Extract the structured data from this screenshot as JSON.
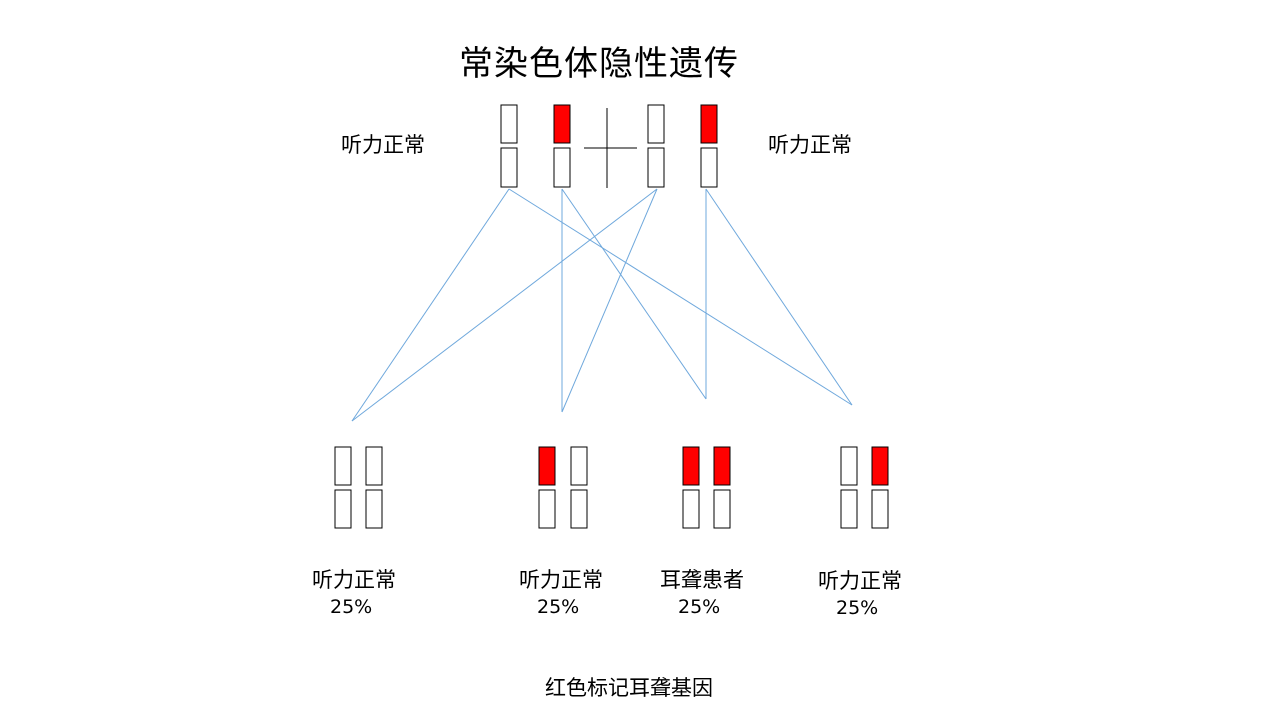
{
  "title": "常染色体隐性遗传",
  "colors": {
    "marked": "#ff0000",
    "unmarked": "#ffffff",
    "outline": "#000000",
    "lines": "#6fa8dc"
  },
  "parents": [
    {
      "label": "听力正常",
      "chromosomes": [
        {
          "marked": false
        },
        {
          "marked": true
        }
      ]
    },
    {
      "label": "听力正常",
      "chromosomes": [
        {
          "marked": false
        },
        {
          "marked": true
        }
      ]
    }
  ],
  "cross_symbol": "+",
  "offspring": [
    {
      "label": "听力正常",
      "percent": "25%",
      "chromosomes": [
        {
          "marked": false
        },
        {
          "marked": false
        }
      ]
    },
    {
      "label": "听力正常",
      "percent": "25%",
      "chromosomes": [
        {
          "marked": true
        },
        {
          "marked": false
        }
      ]
    },
    {
      "label": "耳聋患者",
      "percent": "25%",
      "chromosomes": [
        {
          "marked": true
        },
        {
          "marked": true
        }
      ]
    },
    {
      "label": "听力正常",
      "percent": "25%",
      "chromosomes": [
        {
          "marked": false
        },
        {
          "marked": true
        }
      ]
    }
  ],
  "note": "红色标记耳聋基因"
}
